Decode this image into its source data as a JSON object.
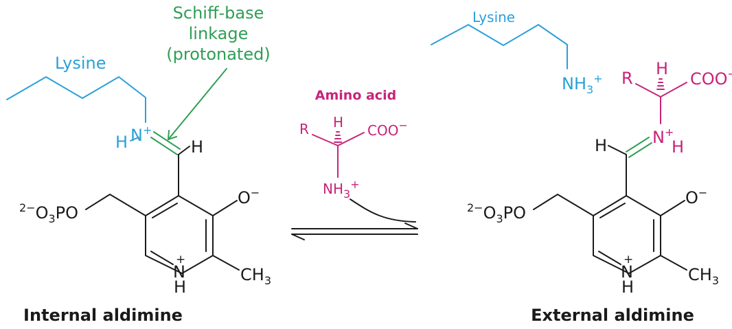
{
  "colors": {
    "bond": "#1a1a1a",
    "lysine": "#2aa0d8",
    "amino_acid": "#c8237a",
    "schiff_base": "#2e9e55"
  },
  "labels": {
    "schiff_base": [
      "Schiff-base",
      "linkage",
      "(protonated)"
    ],
    "lysine": "Lysine",
    "amino_acid_title": "Amino acid",
    "internal_aldimine": "Internal aldimine",
    "external_aldimine": "External aldimine"
  },
  "atoms": {
    "H": "H",
    "N": "N",
    "R": "R",
    "O": "O",
    "COO": "COO",
    "NH": "NH",
    "PO": "PO",
    "O3": "O",
    "CH": "CH",
    "sub3": "3",
    "plus": "+",
    "minus": "−",
    "phosphate_charge": "2−"
  }
}
